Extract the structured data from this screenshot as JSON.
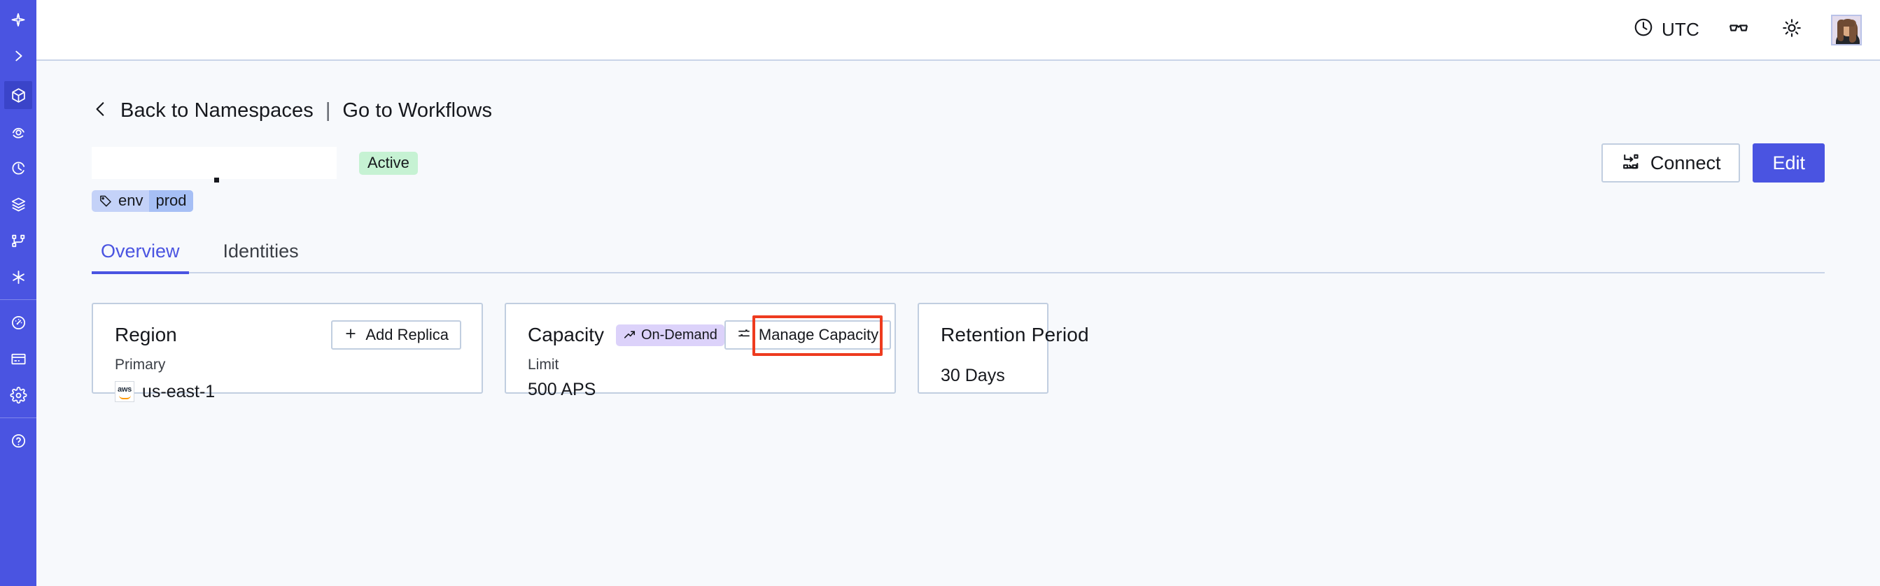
{
  "sidebar": {
    "items": [
      {
        "name": "logo",
        "icon": "compass-star-icon",
        "active": false
      },
      {
        "name": "expand",
        "icon": "chevron-right-icon",
        "active": false
      },
      {
        "name": "namespaces",
        "icon": "cube-icon",
        "active": true
      },
      {
        "name": "observe",
        "icon": "eye-spiral-icon",
        "active": false
      },
      {
        "name": "history",
        "icon": "timer-icon",
        "active": false
      },
      {
        "name": "stack",
        "icon": "layers-icon",
        "active": false
      },
      {
        "name": "workflows",
        "icon": "git-branch-icon",
        "active": false
      },
      {
        "name": "nexus",
        "icon": "asterisk-icon",
        "active": false
      },
      {
        "name": "usage",
        "icon": "gauge-icon",
        "active": false
      },
      {
        "name": "billing",
        "icon": "credit-card-icon",
        "active": false
      },
      {
        "name": "settings",
        "icon": "gear-icon",
        "active": false
      }
    ]
  },
  "topbar": {
    "timezone_label": "UTC",
    "timezone_icon": "clock-icon",
    "docs_icon": "glasses-icon",
    "theme_icon": "sun-icon",
    "avatar_icon": "user-avatar"
  },
  "breadcrumb": {
    "back_icon": "chevron-left-icon",
    "back_label": "Back to Namespaces",
    "separator": "|",
    "forward_label": "Go to Workflows"
  },
  "header": {
    "namespace_name": "",
    "status_badge": "Active",
    "tag": {
      "icon": "tag-icon",
      "key": "env",
      "value": "prod"
    },
    "actions": {
      "connect_label": "Connect",
      "connect_icon": "connect-flow-icon",
      "edit_label": "Edit"
    }
  },
  "tabs": [
    {
      "label": "Overview",
      "active": true
    },
    {
      "label": "Identities",
      "active": false
    }
  ],
  "cards": {
    "region": {
      "title": "Region",
      "action_label": "Add Replica",
      "action_icon": "plus-icon",
      "sub_label": "Primary",
      "provider_icon": "aws-logo",
      "provider_text": "aws",
      "value": "us-east-1"
    },
    "capacity": {
      "title": "Capacity",
      "badge_label": "On-Demand",
      "badge_icon": "trending-up-icon",
      "action_label": "Manage Capacity",
      "action_icon": "sliders-icon",
      "sub_label": "Limit",
      "value": "500 APS",
      "highlighted": true
    },
    "retention": {
      "title": "Retention Period",
      "value": "30  Days"
    }
  },
  "colors": {
    "brand": "#4A54E1",
    "sidebar_active": "#3A44C9",
    "page_bg": "#F7F9FC",
    "card_border": "#C1CEE0",
    "status_active_bg": "#C6F2D3",
    "badge_ondemand_bg": "#DCD2FA",
    "tag_bg": "#C4D2F8",
    "tag_value_bg": "#A6BFF5",
    "annotation": "#EE3B1F"
  }
}
